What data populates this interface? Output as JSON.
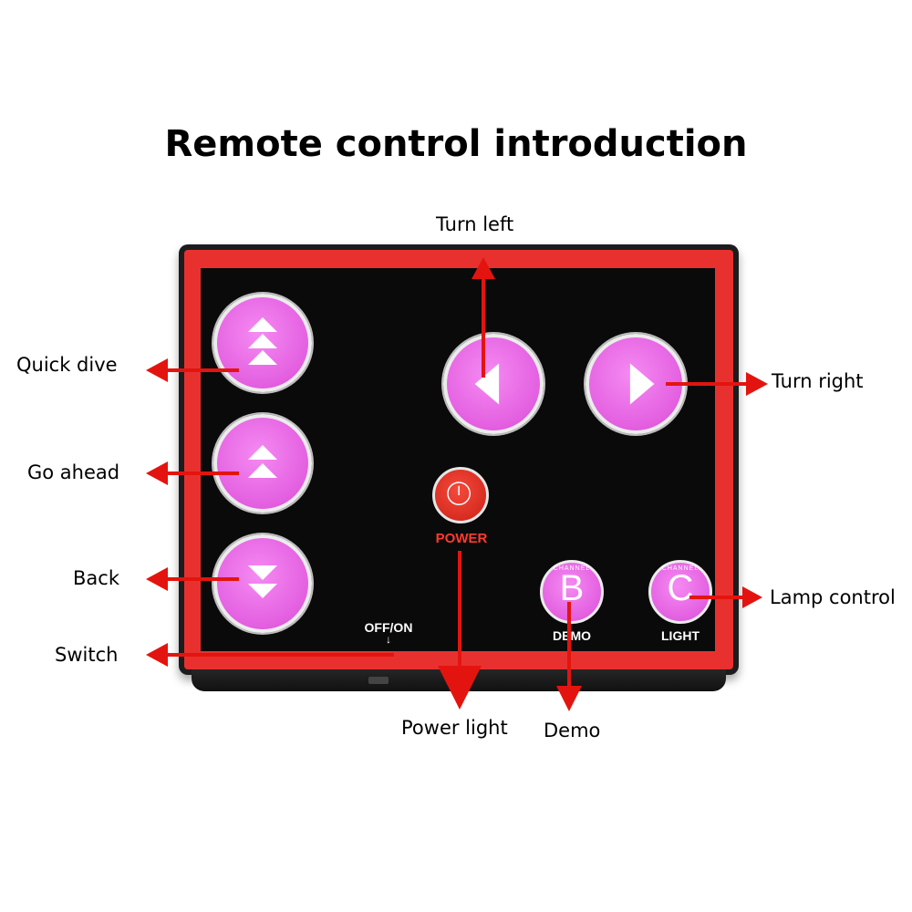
{
  "title": "Remote control introduction",
  "panel": {
    "power_label": "POWER",
    "switch_label": "OFF/ON",
    "switch_arrow": "↓",
    "demo_label": "DEMO",
    "light_label": "LIGHT",
    "channel_b": "CHANNEL",
    "channel_c": "CHANNEL",
    "letter_b": "B",
    "letter_c": "C"
  },
  "callouts": {
    "turn_left": "Turn left",
    "turn_right": "Turn right",
    "quick_dive": "Quick dive",
    "go_ahead": "Go ahead",
    "back": "Back",
    "switch": "Switch",
    "power_light": "Power light",
    "demo": "Demo",
    "lamp_control": "Lamp control"
  },
  "colors": {
    "accent_red": "#e8312f",
    "button_pink": "#e35fe0",
    "device_black": "#0a0a0a"
  }
}
